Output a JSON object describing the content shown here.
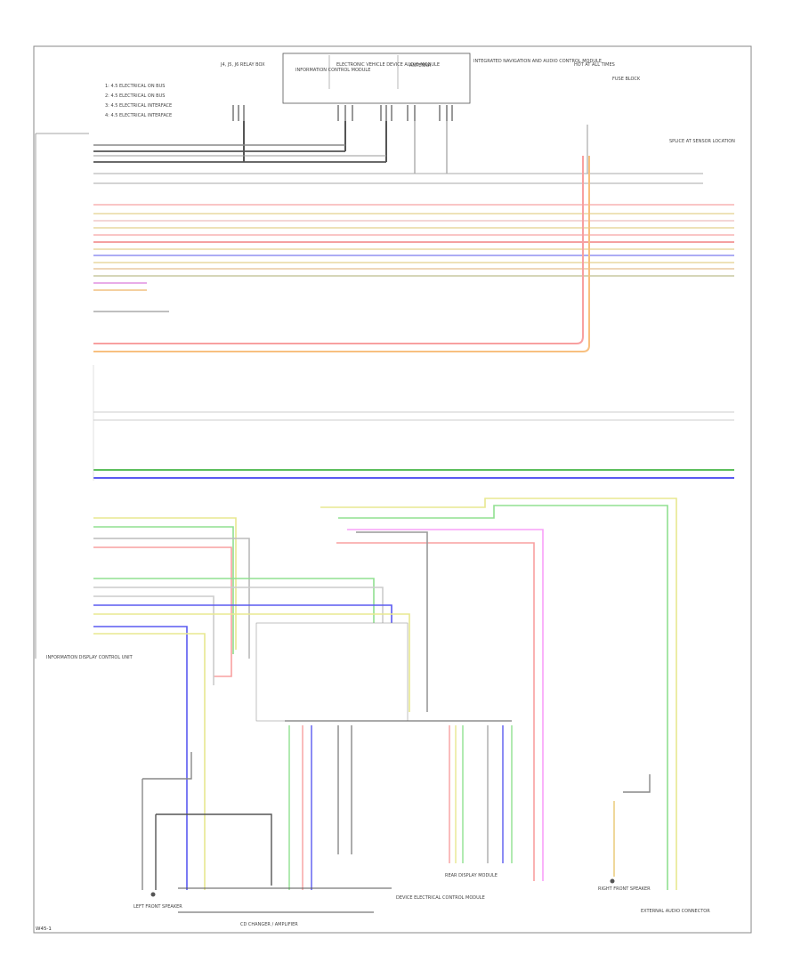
{
  "diagram": {
    "legend": [
      "1: 4.5 ELECTRICAL ON BUS",
      "2: 4.5 ELECTRICAL ON BUS",
      "3: 4.5 ELECTRICAL INTERFACE",
      "4: 4.5 ELECTRICAL INTERFACE"
    ],
    "header_labels": {
      "left_connector": "J4, J5, J6 RELAY BOX",
      "box_left": "INFORMATION CONTROL MODULE",
      "box_mid": "ELECTRONIC VEHICLE DEVICE AUDIO MODULE",
      "box_right": "ANTENNA",
      "right_block": "INTEGRATED NAVIGATION AND AUDIO CONTROL MODULE",
      "top_right_a": "HOT AT ALL TIMES",
      "top_right_b": "FUSE BLOCK",
      "splice_right": "SPLICE AT SENSOR LOCATION"
    },
    "bottom_labels": {
      "left_speaker": "LEFT FRONT SPEAKER",
      "center_module": "CD CHANGER / AMPLIFIER",
      "device_module": "DEVICE ELECTRICAL CONTROL MODULE",
      "rear_display": "REAR DISPLAY MODULE",
      "right_speaker": "RIGHT FRONT SPEAKER",
      "rear_antenna": "EXTERNAL AUDIO CONNECTOR",
      "left_side": "INFORMATION DISPLAY CONTROL UNIT"
    },
    "footer_code": "W45-1"
  }
}
